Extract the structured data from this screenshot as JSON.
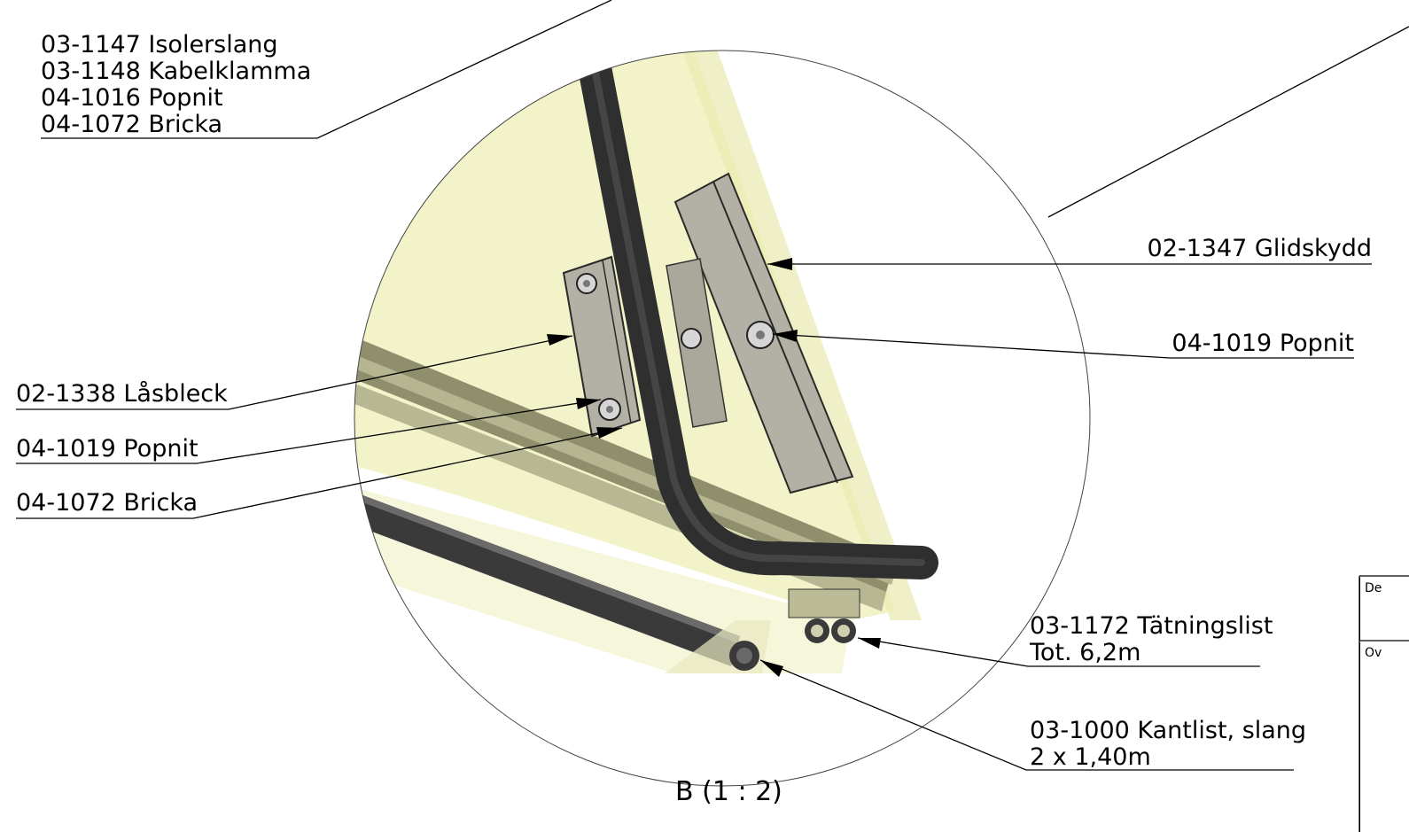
{
  "view": {
    "caption": "B  (1 : 2)"
  },
  "callouts": {
    "top_left": [
      "03-1147 Isolerslang",
      "03-1148 Kabelklamma",
      "04-1016 Popnit",
      "04-1072 Bricka"
    ],
    "glidskydd": "02-1347 Glidskydd",
    "popnit_right": "04-1019 Popnit",
    "lasbleck": "02-1338 Låsbleck",
    "popnit_left": "04-1019 Popnit",
    "bricka": "04-1072 Bricka",
    "tatningslist": [
      "03-1172 Tätningslist",
      "Tot. 6,2m"
    ],
    "kantlist": [
      "03-1000 Kantlist, slang",
      "2 x 1,40m"
    ]
  },
  "title_block": {
    "row1": "De",
    "row2": "Ov"
  },
  "colors": {
    "glass": "#f2f2c4",
    "rail": "#8f8f6e",
    "tube": "#3a3a3a",
    "plate": "#b3b0a6"
  }
}
